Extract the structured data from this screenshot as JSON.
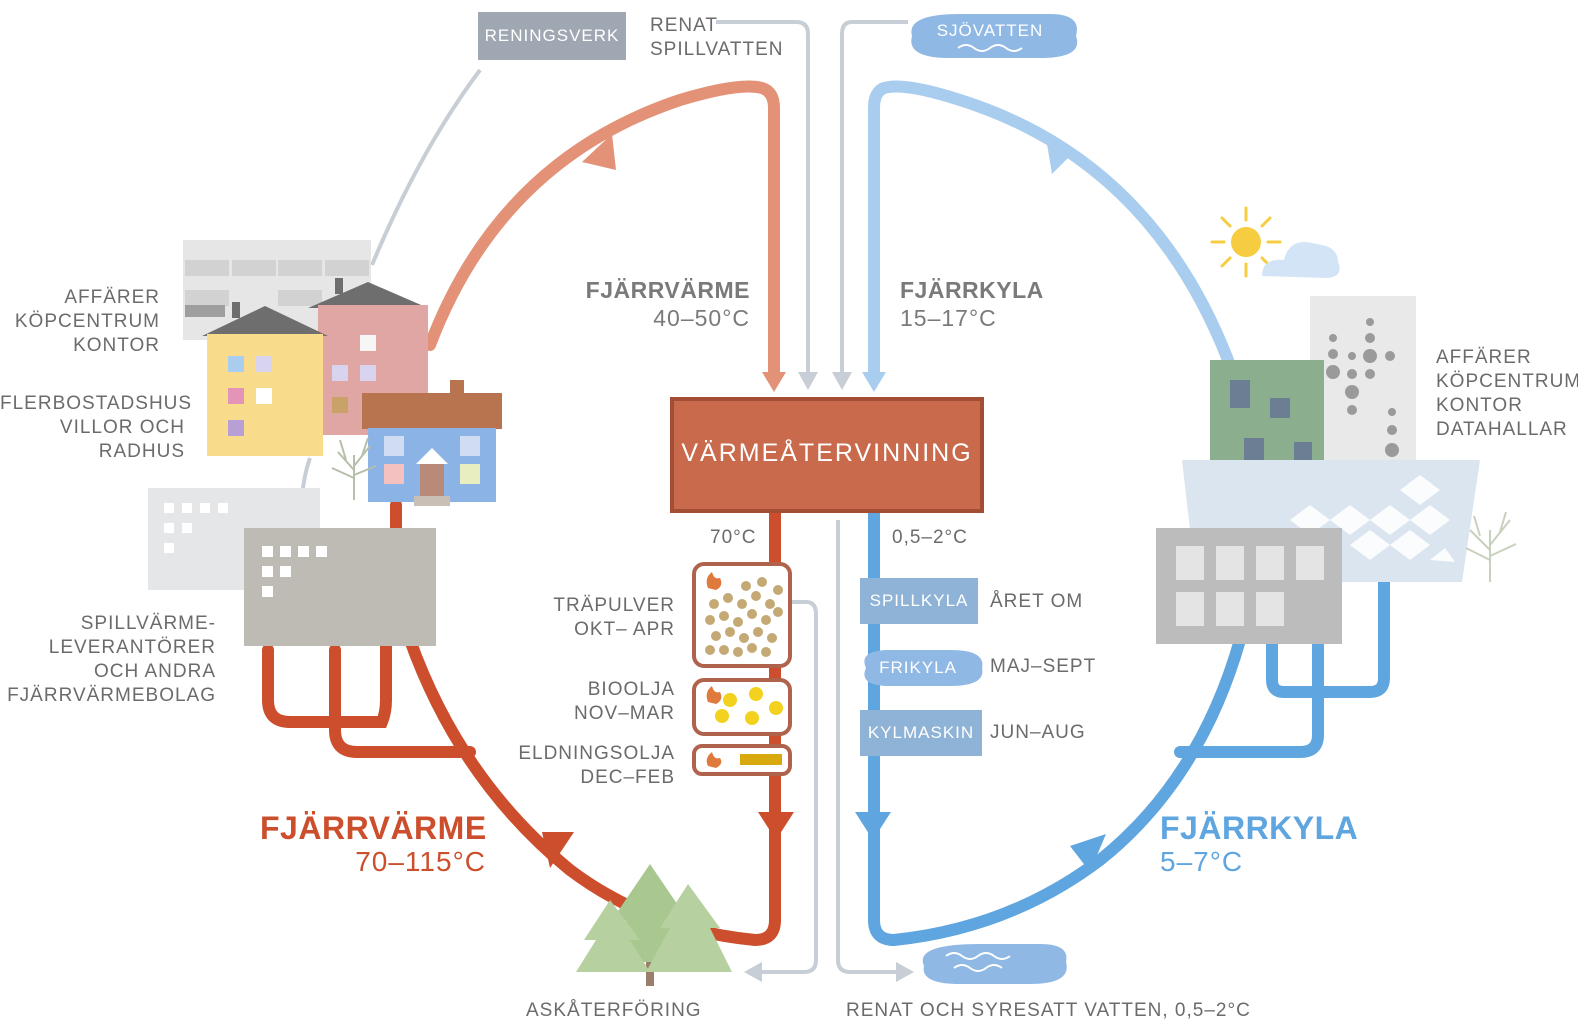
{
  "title_box": "VÄRMEÅTERVINNING",
  "top": {
    "reningsverk": "RENINGSVERK",
    "renat_spillvatten": [
      "RENAT",
      "SPILLVATTEN"
    ],
    "sjovatten": "SJÖVATTEN"
  },
  "return_heat": {
    "name": "FJÄRRVÄRME",
    "temp": "40–50°C"
  },
  "return_cool": {
    "name": "FJÄRRKYLA",
    "temp": "15–17°C"
  },
  "heat": {
    "name": "FJÄRRVÄRME",
    "temp": "70–115°C",
    "out_temp": "70°C"
  },
  "cool": {
    "name": "FJÄRRKYLA",
    "temp": "5–7°C",
    "out_temp": "0,5–2°C"
  },
  "left_labels": {
    "commerce": [
      "AFFÄRER",
      "KÖPCENTRUM",
      "KONTOR"
    ],
    "housing": [
      "FLERBOSTADSHUS",
      "VILLOR OCH",
      "RADHUS"
    ],
    "waste_heat": [
      "SPILLVÄRME-",
      "LEVERANTÖRER",
      "OCH ANDRA",
      "FJÄRRVÄRMEBOLAG"
    ]
  },
  "right_labels": {
    "commerce": [
      "AFFÄRER",
      "KÖPCENTRUM",
      "KONTOR",
      "DATAHALLAR"
    ]
  },
  "fuels": [
    {
      "name": "TRÄPULVER",
      "season": "OKT– APR"
    },
    {
      "name": "BIOOLJA",
      "season": "NOV–MAR"
    },
    {
      "name": "ELDNINGSOLJA",
      "season": "DEC–FEB"
    }
  ],
  "cooling_sources": [
    {
      "name": "SPILLKYLA",
      "season": "ÅRET OM"
    },
    {
      "name": "FRIKYLA",
      "season": "MAJ–SEPT"
    },
    {
      "name": "KYLMASKIN",
      "season": "JUN–AUG"
    }
  ],
  "bottom": {
    "ash": "ASKÅTERFÖRING",
    "water": "RENAT OCH SYRESATT VATTEN, 0,5–2°C"
  },
  "colors": {
    "heat_red": "#cc4e2c",
    "return_salmon": "#e39277",
    "cool_blue": "#5fa5df",
    "return_lightblue": "#a9cdee",
    "grey_line": "#c8ced6",
    "box": "#c96a4c",
    "text_grey": "#6b6b6b"
  }
}
